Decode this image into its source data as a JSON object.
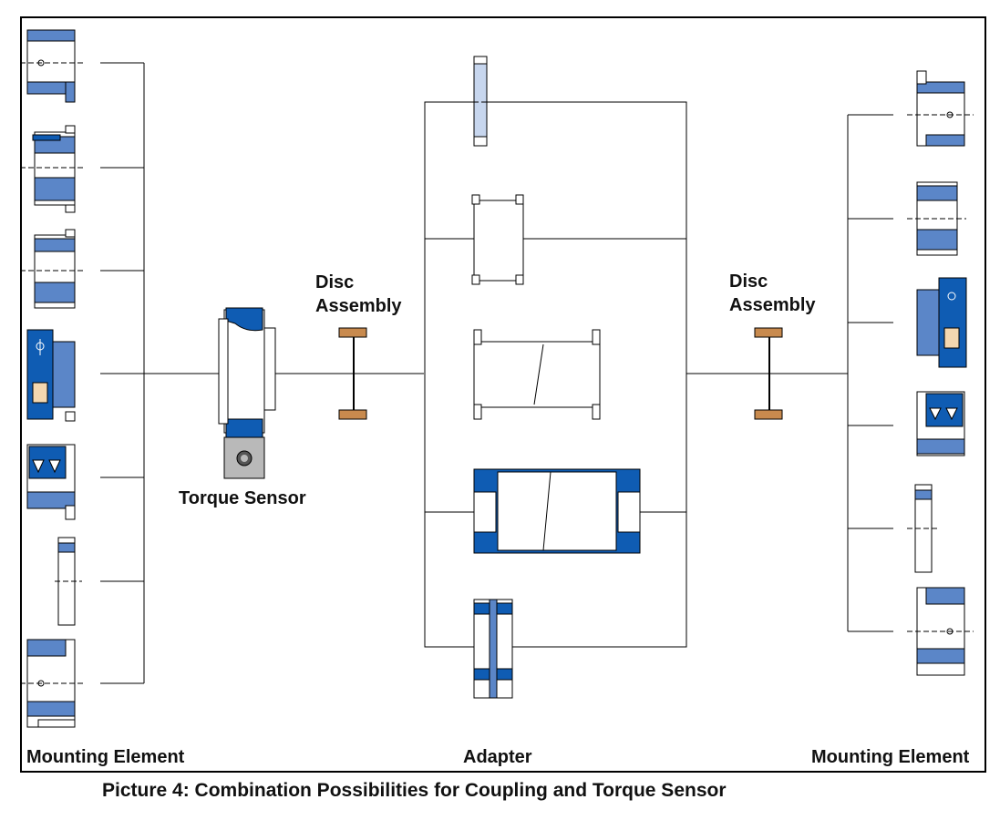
{
  "colors": {
    "frame": "#000000",
    "line": "#000000",
    "part_light": "#5b86c8",
    "part_dark": "#0f5cb3",
    "part_white": "#ffffff",
    "sensor_gray": "#b9b9b9",
    "disc_orange": "#c88a4e"
  },
  "labels": {
    "mounting_left": "Mounting Element",
    "mounting_right": "Mounting Element",
    "adapter": "Adapter",
    "torque_sensor": "Torque Sensor",
    "disc_left_line1": "Disc",
    "disc_left_line2": "Assembly",
    "disc_right_line1": "Disc",
    "disc_right_line2": "Assembly"
  },
  "caption": "Picture 4: Combination Possibilities for Coupling and Torque Sensor"
}
